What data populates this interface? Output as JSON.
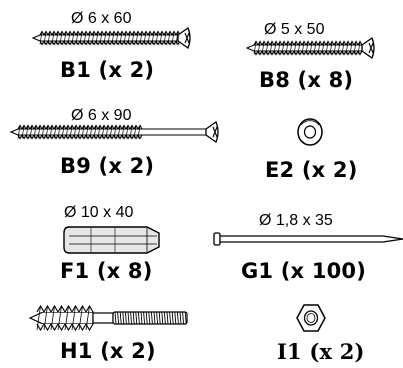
{
  "items": [
    {
      "id": "B1",
      "dimension": "Ø 6 x 60",
      "label": "B1 (x 2)",
      "icon": "screw-icon"
    },
    {
      "id": "B8",
      "dimension": "Ø 5 x 50",
      "label": "B8 (x 8)",
      "icon": "screw-icon"
    },
    {
      "id": "B9",
      "dimension": "Ø 6 x 90",
      "label": "B9 (x 2)",
      "icon": "screw-icon"
    },
    {
      "id": "E2",
      "dimension": "",
      "label": "E2 (x 2)",
      "icon": "washer-icon"
    },
    {
      "id": "F1",
      "dimension": "Ø 10 x 40",
      "label": "F1 (x 8)",
      "icon": "wall-plug-icon"
    },
    {
      "id": "G1",
      "dimension": "Ø 1,8 x 35",
      "label": "G1 (x 100)",
      "icon": "nail-icon"
    },
    {
      "id": "H1",
      "dimension": "",
      "label": "H1 (x 2)",
      "icon": "hanger-bolt-icon"
    },
    {
      "id": "I1",
      "dimension": "",
      "label": "I1 (x 2)",
      "icon": "hex-nut-icon"
    }
  ],
  "colors": {
    "ink": "#000000",
    "background": "#ffffff",
    "plug_fill": "#e6e6e6"
  }
}
